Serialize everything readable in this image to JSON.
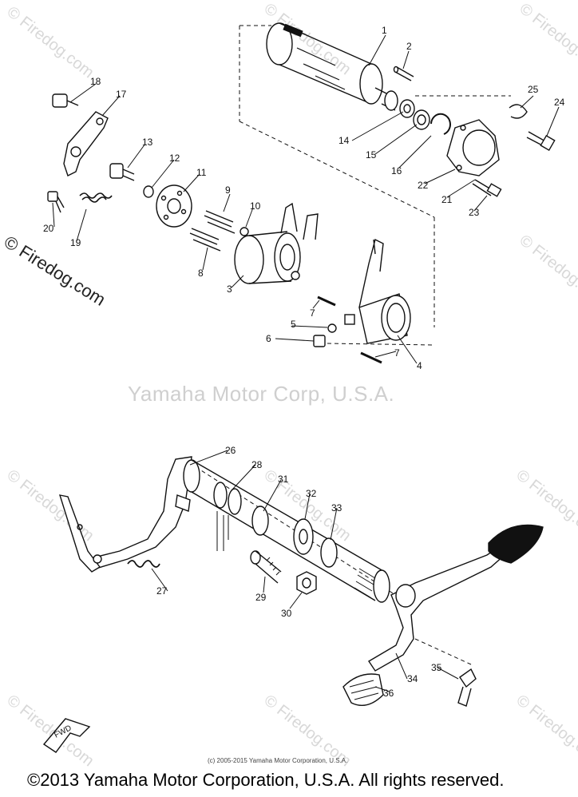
{
  "watermarks": {
    "site": "© Firedog.com",
    "center": "Yamaha Motor Corp, U.S.A.",
    "small_credit": "(c) 2005-2015 Yamaha Motor Corporation, U.S.A."
  },
  "footer": {
    "copyright": "©2013 Yamaha Motor Corporation, U.S.A. All rights reserved."
  },
  "fwd_label": "FWD",
  "callouts": {
    "c1": "1",
    "c2": "2",
    "c3": "3",
    "c4": "4",
    "c5": "5",
    "c6": "6",
    "c7a": "7",
    "c7b": "7",
    "c8": "8",
    "c9": "9",
    "c10": "10",
    "c11": "11",
    "c12": "12",
    "c13": "13",
    "c14": "14",
    "c15": "15",
    "c16": "16",
    "c17": "17",
    "c18": "18",
    "c19": "19",
    "c20": "20",
    "c21": "21",
    "c22": "22",
    "c23": "23",
    "c24": "24",
    "c25": "25",
    "c26": "26",
    "c27": "27",
    "c28": "28",
    "c29": "29",
    "c30": "30",
    "c31": "31",
    "c32": "32",
    "c33": "33",
    "c34": "34",
    "c35": "35",
    "c36": "36"
  }
}
